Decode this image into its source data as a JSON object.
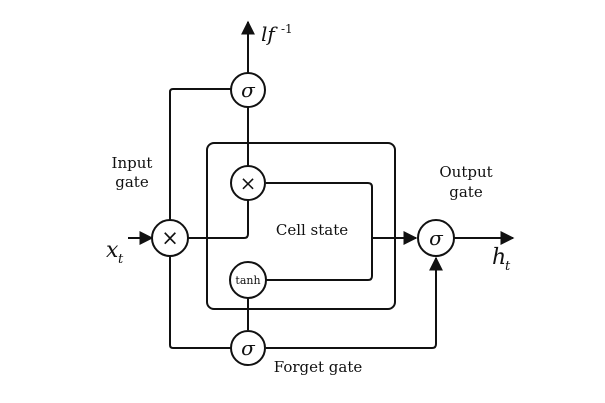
{
  "labels": {
    "input_gate_line1": "Input",
    "input_gate_line2": "gate",
    "output_gate_line1": "Output",
    "output_gate_line2": "gate",
    "forget_gate": "Forget gate",
    "cell_state": "Cell state"
  },
  "symbols": {
    "input_var": "x",
    "input_sub": "t",
    "output_var": "h",
    "output_sub": "t",
    "top_out": "lf",
    "top_out_sup": "-1",
    "sigma": "σ",
    "times": "×",
    "tanh": "tanh"
  }
}
